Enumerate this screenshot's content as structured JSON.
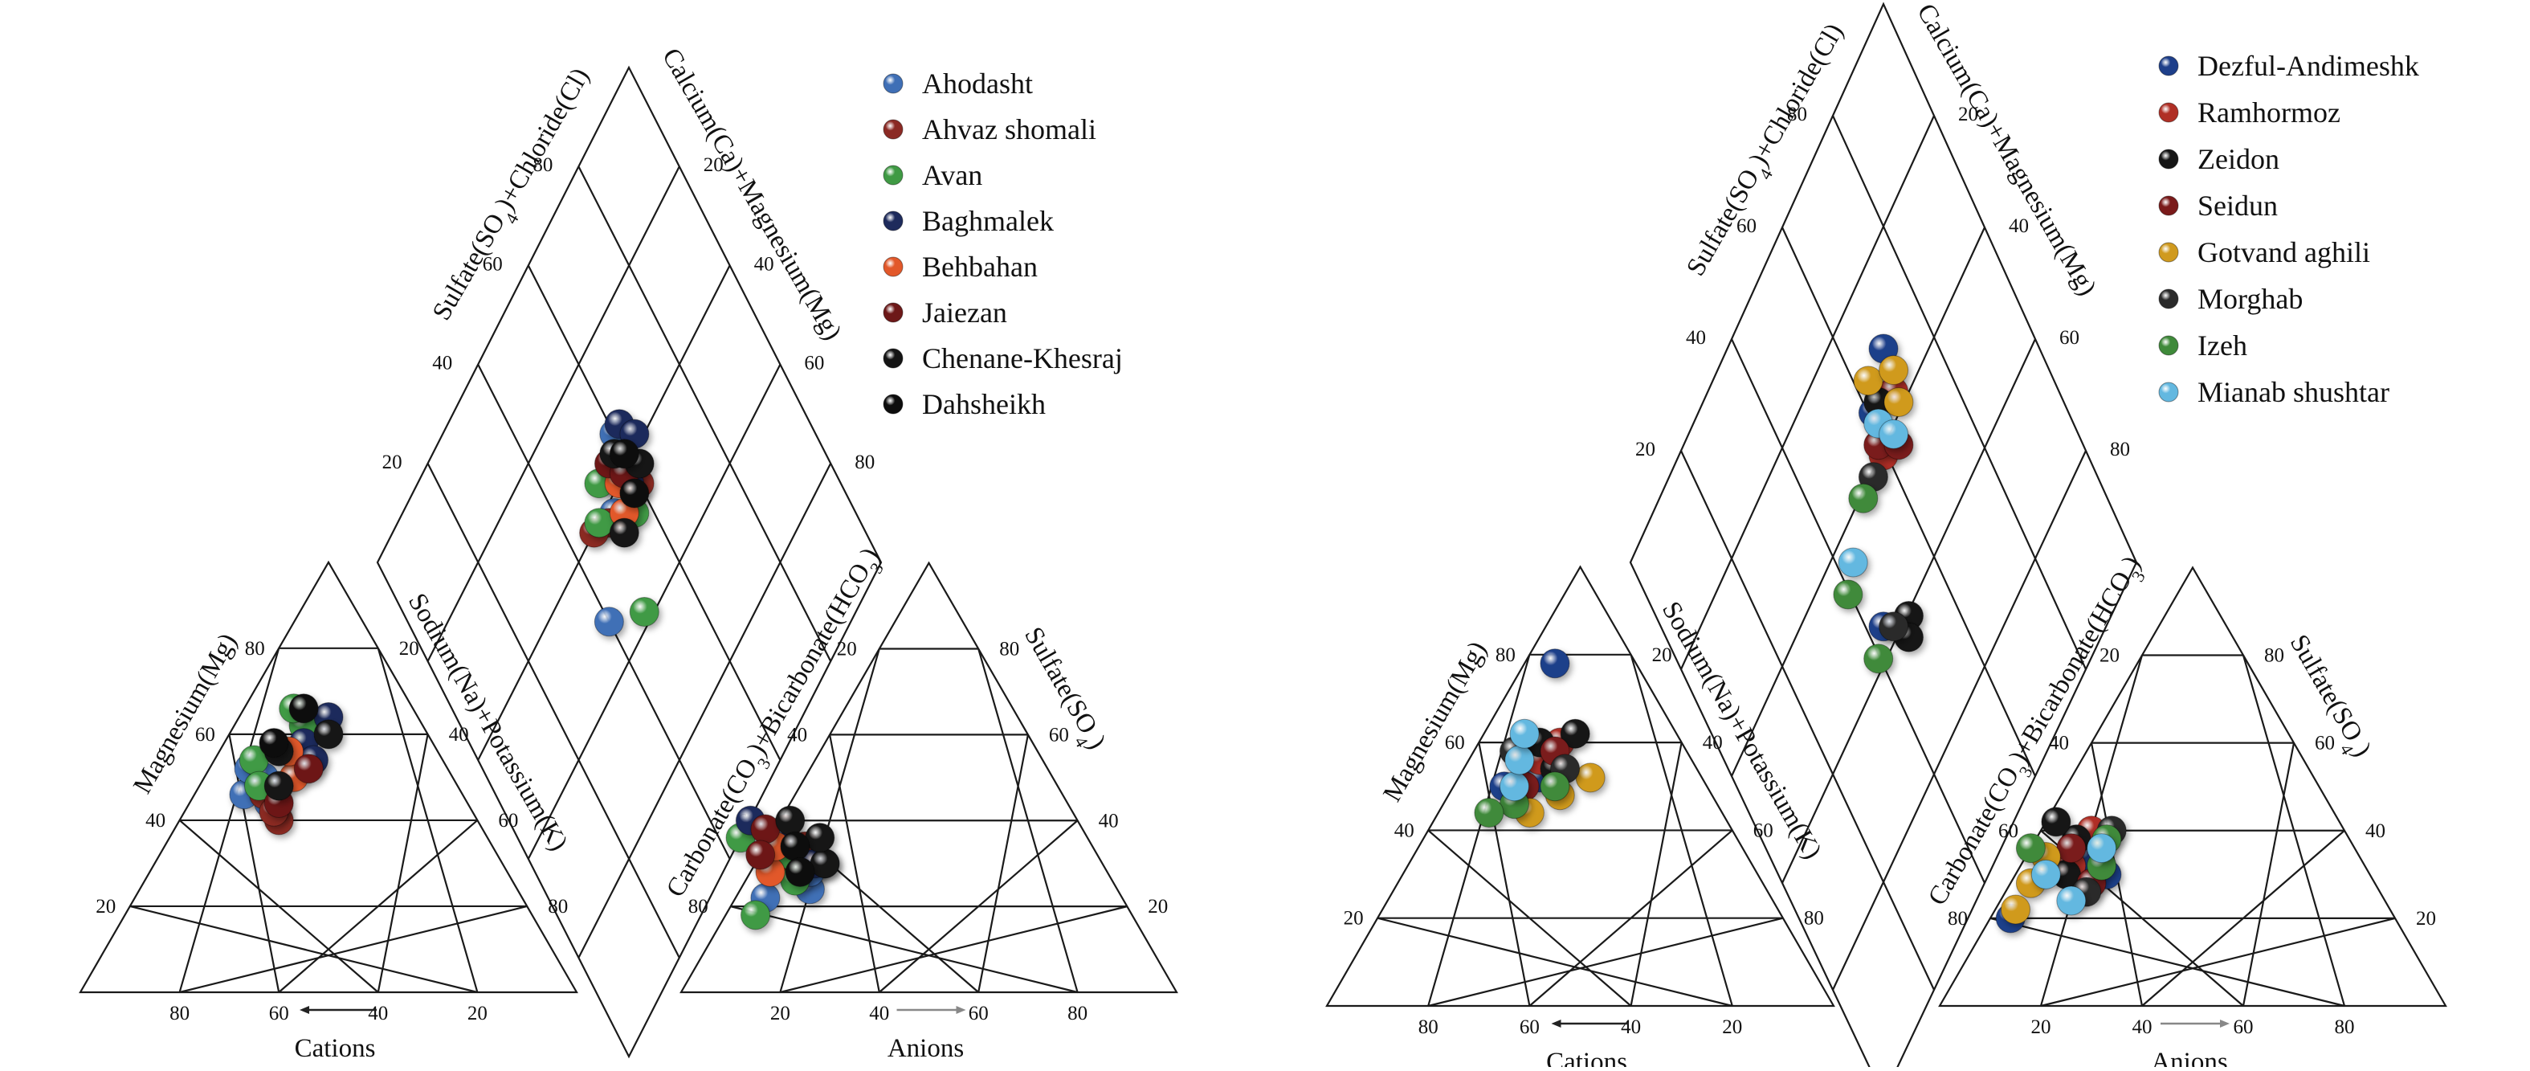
{
  "chart_data": [
    {
      "type": "scatter",
      "subtype": "piper-diagram",
      "axes": {
        "cation_triangle": {
          "left_axis": "Magnesium(Mg)",
          "right_axis": "Sodium(Na)+Potassium(K)",
          "bottom_label": "Cations",
          "ticks": [
            20,
            40,
            60,
            80
          ]
        },
        "anion_triangle": {
          "left_axis": "Carbonate(CO3)+Bicarbonate(HCO3)",
          "right_axis": "Sulfate(SO4)",
          "bottom_label": "Anions",
          "ticks": [
            20,
            40,
            60,
            80
          ]
        },
        "diamond": {
          "left_axis": "Sulfate(SO4)+Chloride(Cl)",
          "right_axis": "Calcium(Ca)+Magnesium(Mg)",
          "ticks": [
            20,
            40,
            60,
            80
          ]
        },
        "range": [
          0,
          100
        ],
        "grid": true
      },
      "legend": {
        "placement": "top-right"
      },
      "series": [
        {
          "name": "Ahodasht",
          "color": "#3f6fb6",
          "cation": [
            [
              46,
              10
            ],
            [
              52,
              8
            ],
            [
              44,
              16
            ],
            [
              50,
              12
            ]
          ],
          "anion": [
            [
              22,
              72
            ],
            [
              30,
              56
            ],
            [
              24,
              62
            ],
            [
              28,
              60
            ]
          ],
          "diamond": [
            [
              62,
              55
            ],
            [
              58,
              52
            ],
            [
              66,
              60
            ],
            [
              48,
              40
            ]
          ]
        },
        {
          "name": "Ahvaz shomali",
          "color": "#8b2a24",
          "cation": [
            [
              40,
              20
            ],
            [
              46,
              14
            ],
            [
              42,
              18
            ]
          ],
          "anion": [
            [
              34,
              58
            ],
            [
              30,
              66
            ],
            [
              38,
              60
            ]
          ],
          "diamond": [
            [
              58,
              50
            ],
            [
              56,
              60
            ],
            [
              60,
              46
            ]
          ]
        },
        {
          "name": "Avan",
          "color": "#3f9a44",
          "cation": [
            [
              62,
              14
            ],
            [
              54,
              8
            ],
            [
              66,
              10
            ],
            [
              48,
              12
            ]
          ],
          "anion": [
            [
              32,
              62
            ],
            [
              36,
              70
            ],
            [
              18,
              76
            ],
            [
              26,
              64
            ]
          ],
          "diamond": [
            [
              60,
              48
            ],
            [
              42,
              48
            ],
            [
              64,
              52
            ],
            [
              54,
              56
            ]
          ]
        },
        {
          "name": "Baghmalek",
          "color": "#1e2b5c",
          "cation": [
            [
              58,
              16
            ],
            [
              64,
              18
            ],
            [
              54,
              20
            ]
          ],
          "anion": [
            [
              36,
              62
            ],
            [
              40,
              66
            ],
            [
              30,
              58
            ]
          ],
          "diamond": [
            [
              66,
              62
            ],
            [
              62,
              64
            ],
            [
              58,
              58
            ]
          ]
        },
        {
          "name": "Behbahan",
          "color": "#e2582a",
          "cation": [
            [
              50,
              18
            ],
            [
              56,
              14
            ]
          ],
          "anion": [
            [
              28,
              68
            ],
            [
              34,
              64
            ]
          ],
          "diamond": [
            [
              60,
              56
            ],
            [
              56,
              54
            ]
          ]
        },
        {
          "name": "Jaiezan",
          "color": "#6d1818",
          "cation": [
            [
              44,
              18
            ],
            [
              52,
              20
            ]
          ],
          "anion": [
            [
              38,
              64
            ],
            [
              32,
              68
            ]
          ],
          "diamond": [
            [
              64,
              56
            ],
            [
              60,
              58
            ]
          ]
        },
        {
          "name": "Chenane-Khesraj",
          "color": "#141414",
          "cation": [
            [
              60,
              20
            ],
            [
              48,
              16
            ],
            [
              56,
              12
            ]
          ],
          "anion": [
            [
              30,
              56
            ],
            [
              36,
              54
            ],
            [
              40,
              58
            ]
          ],
          "diamond": [
            [
              58,
              62
            ],
            [
              64,
              58
            ],
            [
              54,
              52
            ]
          ]
        },
        {
          "name": "Dahsheikh",
          "color": "#0d0d0d",
          "cation": [
            [
              66,
              12
            ],
            [
              58,
              10
            ]
          ],
          "anion": [
            [
              34,
              60
            ],
            [
              28,
              62
            ]
          ],
          "diamond": [
            [
              62,
              60
            ],
            [
              56,
              58
            ]
          ]
        }
      ]
    },
    {
      "type": "scatter",
      "subtype": "piper-diagram",
      "axes": {
        "cation_triangle": {
          "left_axis": "Magnesium(Mg)",
          "right_axis": "Sodium(Na)+Potassium(K)",
          "bottom_label": "Cations",
          "ticks": [
            20,
            40,
            60,
            80
          ]
        },
        "anion_triangle": {
          "left_axis": "Carbonate(CO3)+Bicarbonate(HCO3)",
          "right_axis": "Sulfate(SO4)",
          "bottom_label": "Anions",
          "ticks": [
            20,
            40,
            60,
            80
          ]
        },
        "diamond": {
          "left_axis": "Sulfate(SO4)+Chloride(Cl)",
          "right_axis": "Calcium(Ca)+Magnesium(Mg)",
          "ticks": [
            20,
            40,
            60,
            80
          ]
        },
        "range": [
          0,
          100
        ],
        "grid": true
      },
      "legend": {
        "placement": "top-right"
      },
      "series": [
        {
          "name": "Dezful-Andimeshk",
          "color": "#1e3f8a",
          "cation": [
            [
              78,
              6
            ],
            [
              52,
              16
            ],
            [
              50,
              10
            ]
          ],
          "anion": [
            [
              20,
              76
            ],
            [
              30,
              52
            ],
            [
              34,
              54
            ]
          ],
          "diamond": [
            [
              70,
              70
            ],
            [
              66,
              62
            ],
            [
              44,
              44
            ]
          ]
        },
        {
          "name": "Ramhormoz",
          "color": "#b02f25",
          "cation": [
            [
              56,
              14
            ],
            [
              60,
              16
            ]
          ],
          "anion": [
            [
              40,
              50
            ],
            [
              32,
              58
            ]
          ],
          "diamond": [
            [
              64,
              68
            ],
            [
              60,
              60
            ]
          ]
        },
        {
          "name": "Zeidon",
          "color": "#151515",
          "cation": [
            [
              62,
              18
            ],
            [
              54,
              18
            ],
            [
              60,
              12
            ]
          ],
          "anion": [
            [
              38,
              54
            ],
            [
              30,
              60
            ],
            [
              42,
              56
            ]
          ],
          "diamond": [
            [
              66,
              64
            ],
            [
              40,
              50
            ],
            [
              38,
              48
            ]
          ]
        },
        {
          "name": "Seidun",
          "color": "#7a1a1a",
          "cation": [
            [
              58,
              16
            ],
            [
              50,
              14
            ]
          ],
          "anion": [
            [
              36,
              56
            ],
            [
              28,
              56
            ]
          ],
          "diamond": [
            [
              62,
              60
            ],
            [
              58,
              64
            ]
          ]
        },
        {
          "name": "Gotvand aghili",
          "color": "#d09a1e",
          "cation": [
            [
              48,
              22
            ],
            [
              44,
              18
            ],
            [
              52,
              26
            ]
          ],
          "anion": [
            [
              28,
              68
            ],
            [
              22,
              74
            ],
            [
              34,
              62
            ]
          ],
          "diamond": [
            [
              70,
              64
            ],
            [
              62,
              68
            ],
            [
              66,
              70
            ]
          ]
        },
        {
          "name": "Morghab",
          "color": "#2a2a2a",
          "cation": [
            [
              54,
              20
            ],
            [
              58,
              8
            ]
          ],
          "anion": [
            [
              26,
              58
            ],
            [
              40,
              46
            ]
          ],
          "diamond": [
            [
              60,
              56
            ],
            [
              42,
              46
            ]
          ]
        },
        {
          "name": "Izeh",
          "color": "#3f8a3a",
          "cation": [
            [
              46,
              14
            ],
            [
              50,
              20
            ],
            [
              44,
              10
            ]
          ],
          "anion": [
            [
              36,
              64
            ],
            [
              32,
              52
            ],
            [
              38,
              48
            ]
          ],
          "diamond": [
            [
              60,
              52
            ],
            [
              54,
              40
            ],
            [
              42,
              40
            ]
          ]
        },
        {
          "name": "Mianab shushtar",
          "color": "#63b8e0",
          "cation": [
            [
              50,
              12
            ],
            [
              56,
              10
            ],
            [
              62,
              8
            ]
          ],
          "anion": [
            [
              30,
              64
            ],
            [
              24,
              62
            ],
            [
              36,
              50
            ]
          ],
          "diamond": [
            [
              64,
              62
            ],
            [
              60,
              64
            ],
            [
              56,
              44
            ]
          ]
        }
      ]
    }
  ]
}
